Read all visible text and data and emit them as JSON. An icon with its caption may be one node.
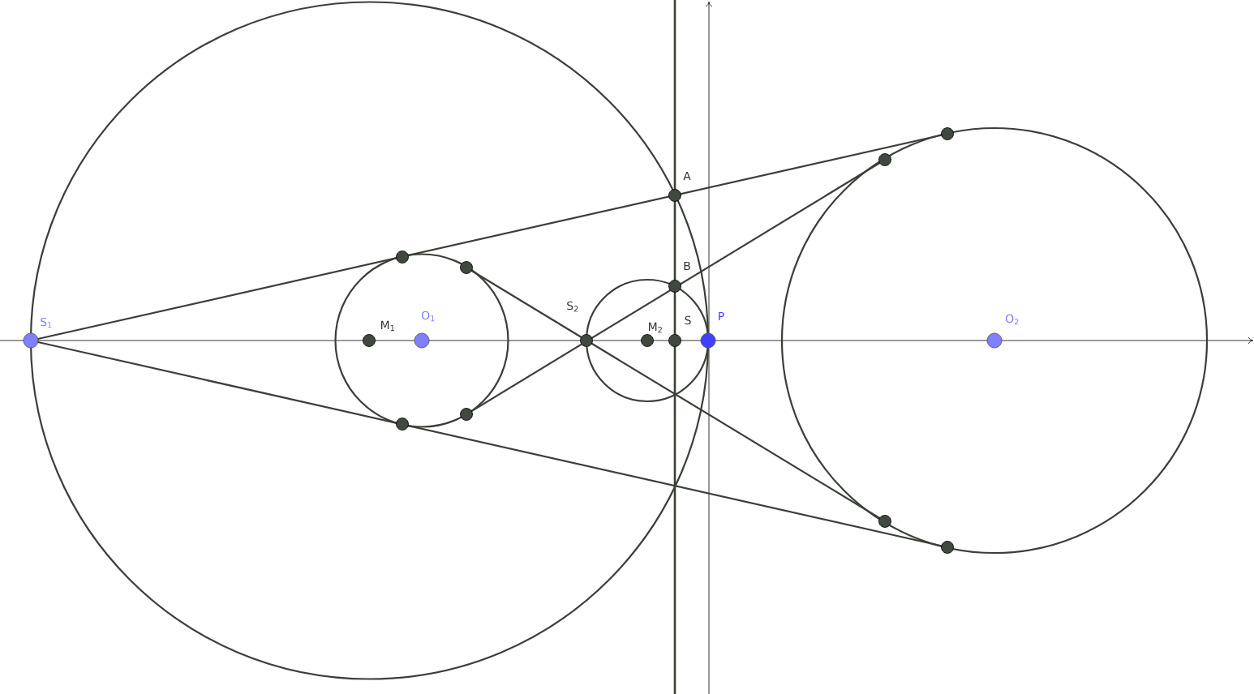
{
  "diagram": {
    "labels": [
      "S$_{1}$",
      "M$_{1}$",
      "O$_{1}$",
      "S$_{2}$",
      "M$_{2}$",
      "S",
      "P",
      "O$_{2}$",
      "A",
      "B"
    ]
  }
}
